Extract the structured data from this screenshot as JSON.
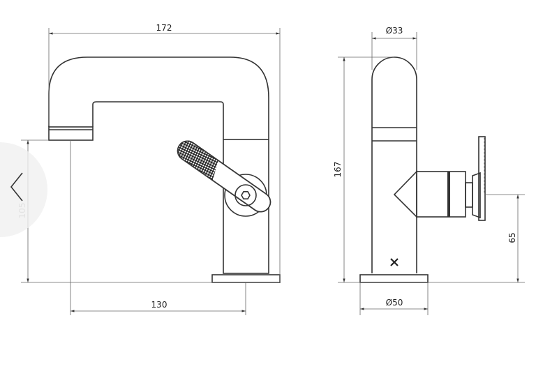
{
  "drawing": {
    "front_view": {
      "overall_width": "172",
      "spout_height": "105",
      "spout_reach": "130"
    },
    "side_view": {
      "body_diameter": "Ø33",
      "overall_height": "167",
      "handle_height": "65",
      "base_diameter": "Ø50"
    }
  },
  "navigation": {
    "previous_icon": "chevron-left-icon"
  },
  "colors": {
    "line": "#333333",
    "dimension": "#666666",
    "nav_bg": "#f0f0f0"
  }
}
